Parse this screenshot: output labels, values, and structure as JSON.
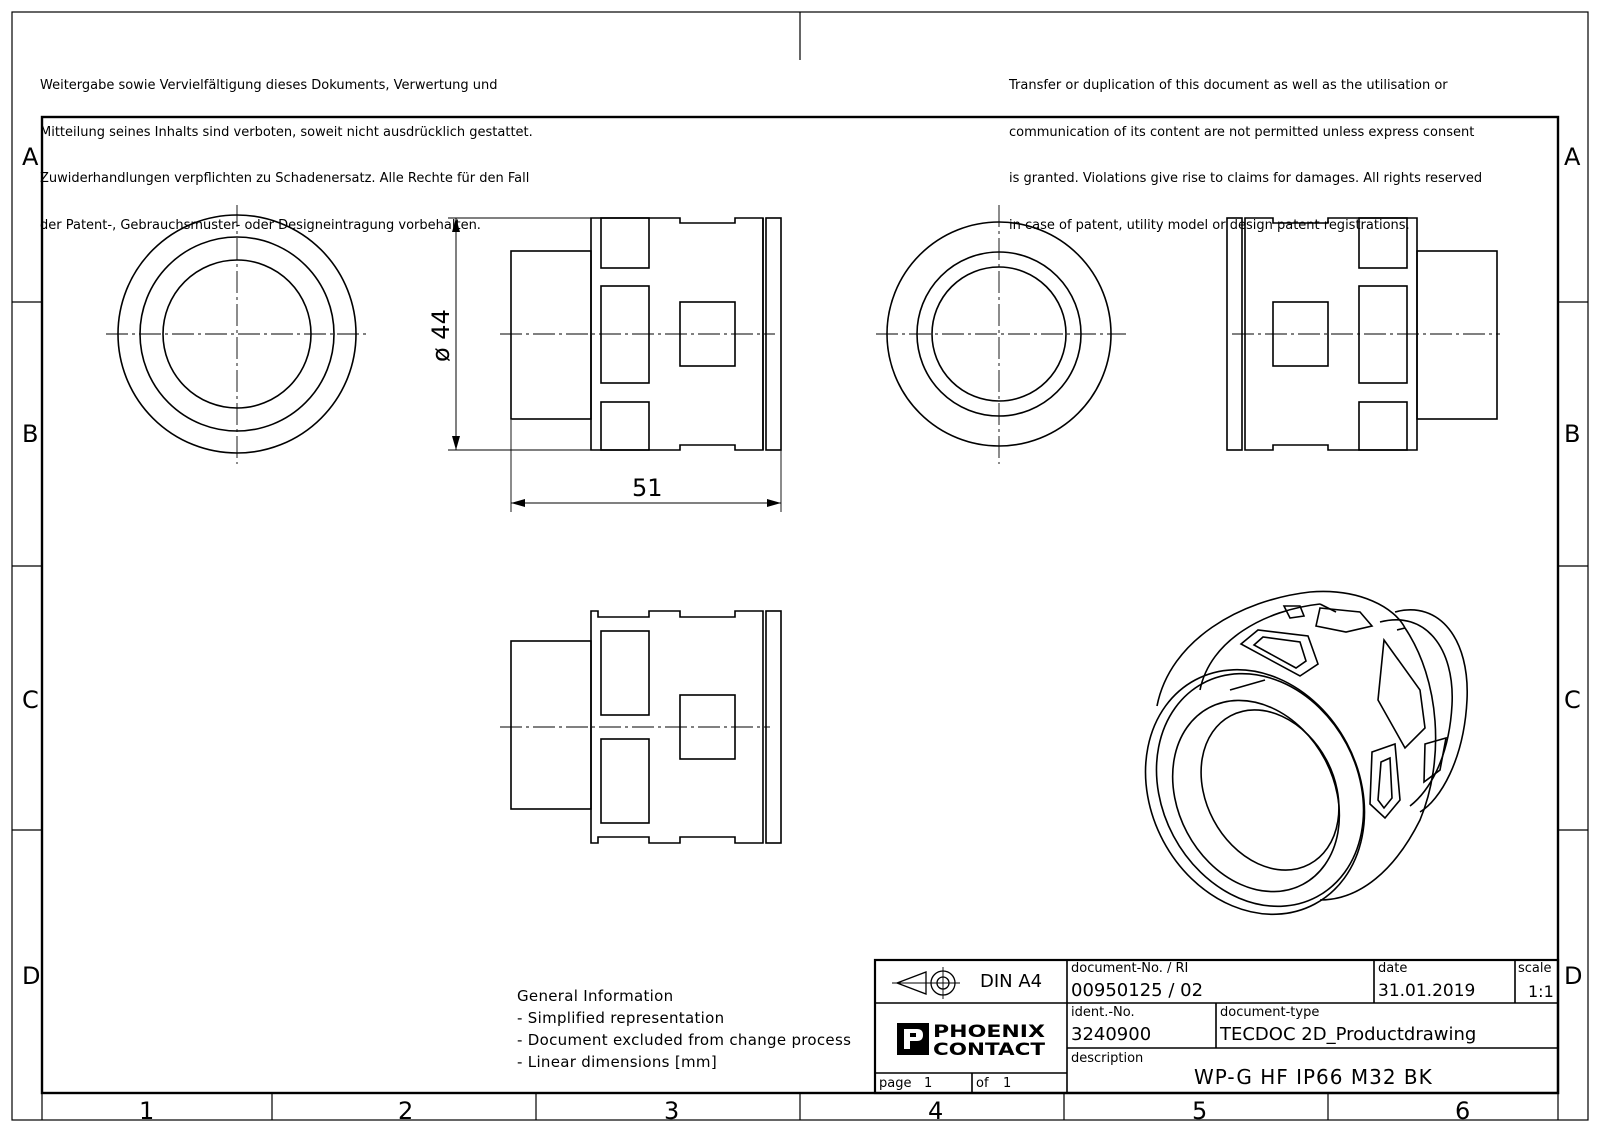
{
  "notices": {
    "german": [
      "Weitergabe sowie Vervielfältigung dieses Dokuments, Verwertung und",
      "Mitteilung seines Inhalts sind verboten, soweit nicht ausdrücklich gestattet.",
      "Zuwiderhandlungen verpflichten zu Schadenersatz. Alle Rechte für den Fall",
      "der Patent-, Gebrauchsmuster- oder Designeintragung vorbehalten."
    ],
    "english": [
      "Transfer or duplication of this document as well as the utilisation or",
      "communication of its content are not permitted unless express consent",
      "is granted. Violations give rise to claims for damages. All rights reserved",
      "in case of patent, utility model or design patent registrations."
    ]
  },
  "zones": {
    "rows": [
      "A",
      "B",
      "C",
      "D"
    ],
    "columns": [
      "1",
      "2",
      "3",
      "4",
      "5",
      "6"
    ]
  },
  "dimensions": {
    "diameter": "ø 44",
    "length": "51"
  },
  "general_information": {
    "heading": "General Information",
    "items": [
      "- Simplified representation",
      "- Document excluded from change process",
      "- Linear dimensions [mm]"
    ]
  },
  "title_block": {
    "format": "DIN A4",
    "document_no_label": "document-No. / RI",
    "document_no": "00950125  / 02",
    "date_label": "date",
    "date": "31.01.2019",
    "scale_label": "scale",
    "scale": "1:1",
    "ident_label": "ident.-No.",
    "ident": "3240900",
    "doctype_label": "document-type",
    "doctype": "TECDOC 2D_Productdrawing",
    "description_label": "description",
    "description": "WP-G HF IP66 M32 BK",
    "page_label": "page",
    "page": "1",
    "of_label": "of",
    "of": "1",
    "logo_line1": "PHOENIX",
    "logo_line2": "CONTACT"
  }
}
